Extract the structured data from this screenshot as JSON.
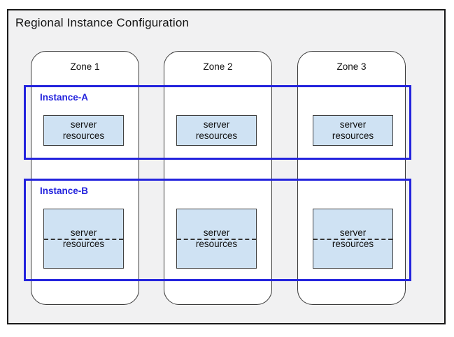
{
  "title": "Regional Instance Configuration",
  "zones": [
    {
      "label": "Zone 1"
    },
    {
      "label": "Zone 2"
    },
    {
      "label": "Zone 3"
    }
  ],
  "instances": [
    {
      "label": "Instance-A"
    },
    {
      "label": "Instance-B"
    }
  ],
  "resource_box": {
    "line1": "server",
    "line2": "resources"
  },
  "colors": {
    "accent-blue": "#2323dd",
    "resource-fill": "#cfe2f3",
    "resource-border": "#404040",
    "zone-border": "#3a3a3a",
    "region-bg": "#f1f1f2",
    "region-border": "#1a1a1a",
    "text": "#111111"
  }
}
